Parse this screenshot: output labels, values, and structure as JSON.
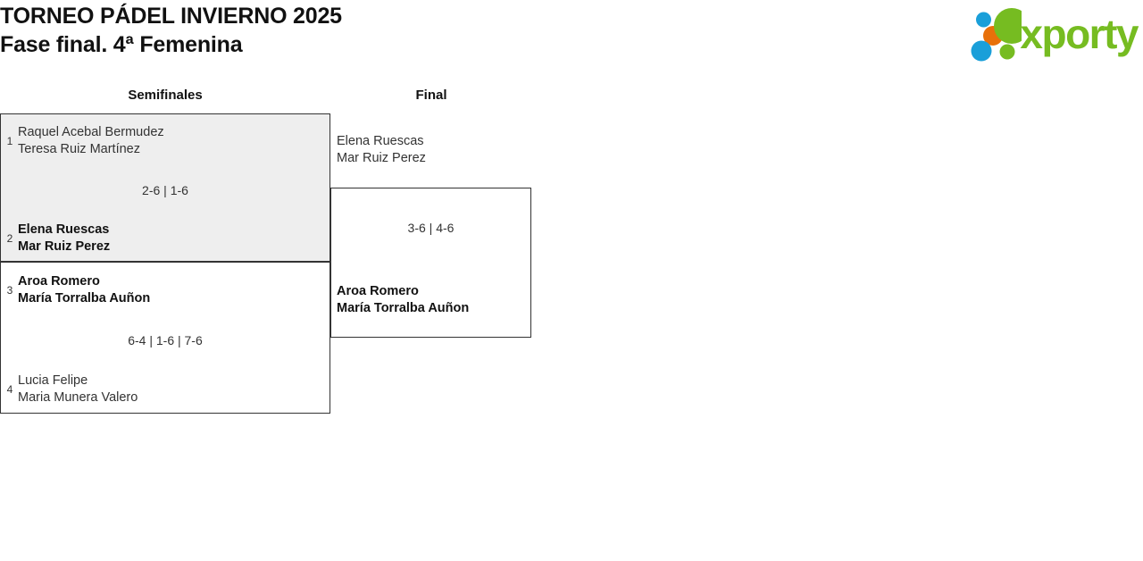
{
  "header": {
    "title_line1": "TORNEO PÁDEL INVIERNO 2025",
    "title_line2": "Fase final. 4ª Femenina",
    "logo_text": "xporty",
    "logo_colors": {
      "green": "#76bc21",
      "blue": "#1a9fd9",
      "orange": "#e8700a"
    }
  },
  "columns": [
    {
      "label": "Semifinales"
    },
    {
      "label": "Final"
    }
  ],
  "bracket": {
    "semifinals": [
      {
        "highlight": true,
        "score": "2-6 | 1-6",
        "teams": [
          {
            "seed": "1",
            "winner": false,
            "player1": "Raquel Acebal Bermudez",
            "player2": "Teresa Ruiz Martínez"
          },
          {
            "seed": "2",
            "winner": true,
            "player1": "Elena Ruescas",
            "player2": "Mar Ruiz Perez"
          }
        ]
      },
      {
        "highlight": false,
        "score": "6-4 | 1-6 | 7-6",
        "teams": [
          {
            "seed": "3",
            "winner": true,
            "player1": "Aroa Romero",
            "player2": "María Torralba Auñon"
          },
          {
            "seed": "4",
            "winner": false,
            "player1": "Lucia Felipe",
            "player2": "Maria Munera Valero"
          }
        ]
      }
    ],
    "final": {
      "score": "3-6 | 4-6",
      "teams": [
        {
          "seed": "",
          "winner": false,
          "player1": "Elena Ruescas",
          "player2": "Mar Ruiz Perez"
        },
        {
          "seed": "",
          "winner": true,
          "player1": "Aroa Romero",
          "player2": "María Torralba Auñon"
        }
      ]
    }
  }
}
